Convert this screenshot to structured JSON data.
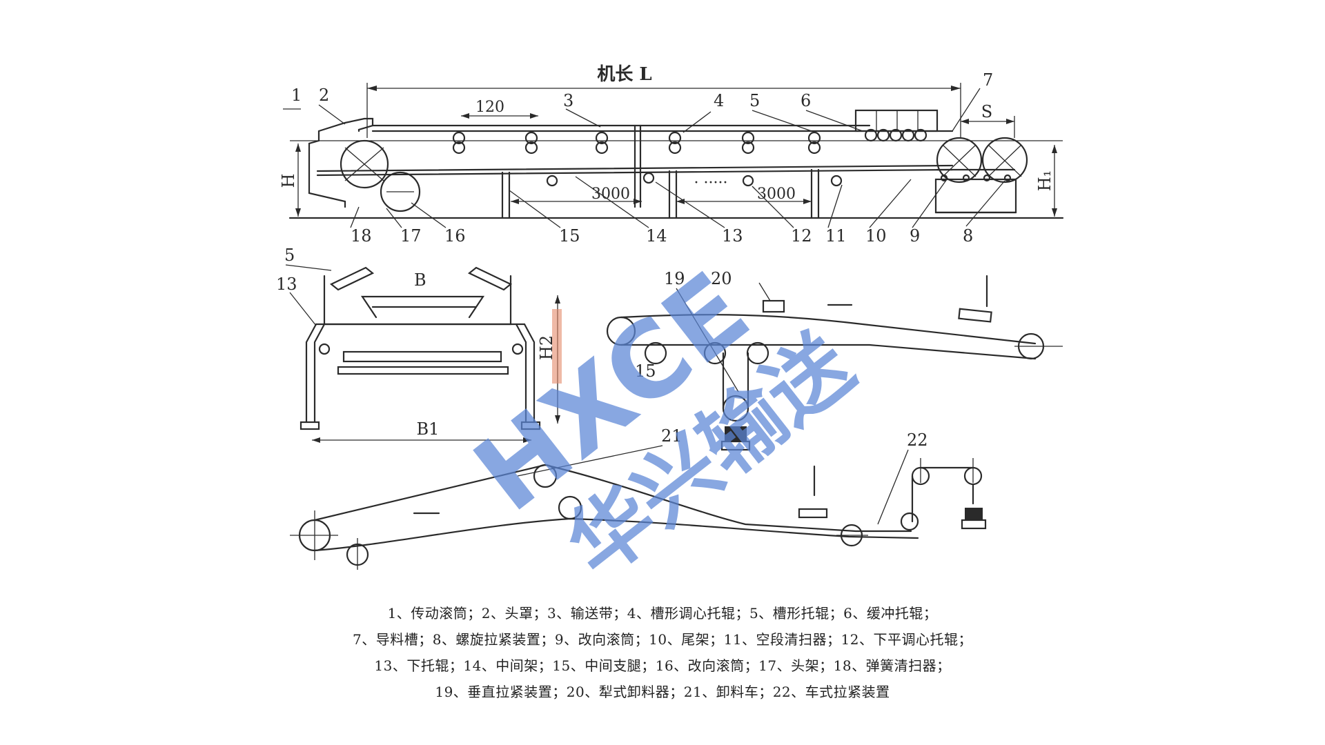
{
  "top_view": {
    "title": "机长 L",
    "dim_120": "120",
    "dim_3000_a": "3000",
    "dim_3000_b": "3000",
    "dim_s": "S",
    "dim_h": "H",
    "dim_h1": "H₁",
    "callouts": [
      "1",
      "2",
      "3",
      "4",
      "5",
      "6",
      "7",
      "8",
      "9",
      "10",
      "11",
      "12",
      "13",
      "14",
      "15",
      "16",
      "17",
      "18"
    ]
  },
  "cross_section": {
    "label_5": "5",
    "label_13": "13",
    "label_b": "B",
    "label_b1": "B1",
    "label_h2": "H2"
  },
  "vertical_take_up": {
    "label_19": "19",
    "label_20": "20",
    "label_15": "15"
  },
  "tripper": {
    "label_21": "21",
    "label_22": "22"
  },
  "watermark": {
    "logo": "HXCE",
    "name": "华兴输送"
  },
  "caption": {
    "line1": "1、传动滚筒；2、头罩；3、输送带；4、槽形调心托辊；5、槽形托辊；6、缓冲托辊；",
    "line2": "7、导料槽；8、螺旋拉紧装置；9、改向滚筒；10、尾架；11、空段清扫器；12、下平调心托辊；",
    "line3": "13、下托辊；14、中间架；15、中间支腿；16、改向滚筒；17、头架；18、弹簧清扫器；",
    "line4": "19、垂直拉紧装置；20、犁式卸料器；21、卸料车；22、车式拉紧装置"
  }
}
